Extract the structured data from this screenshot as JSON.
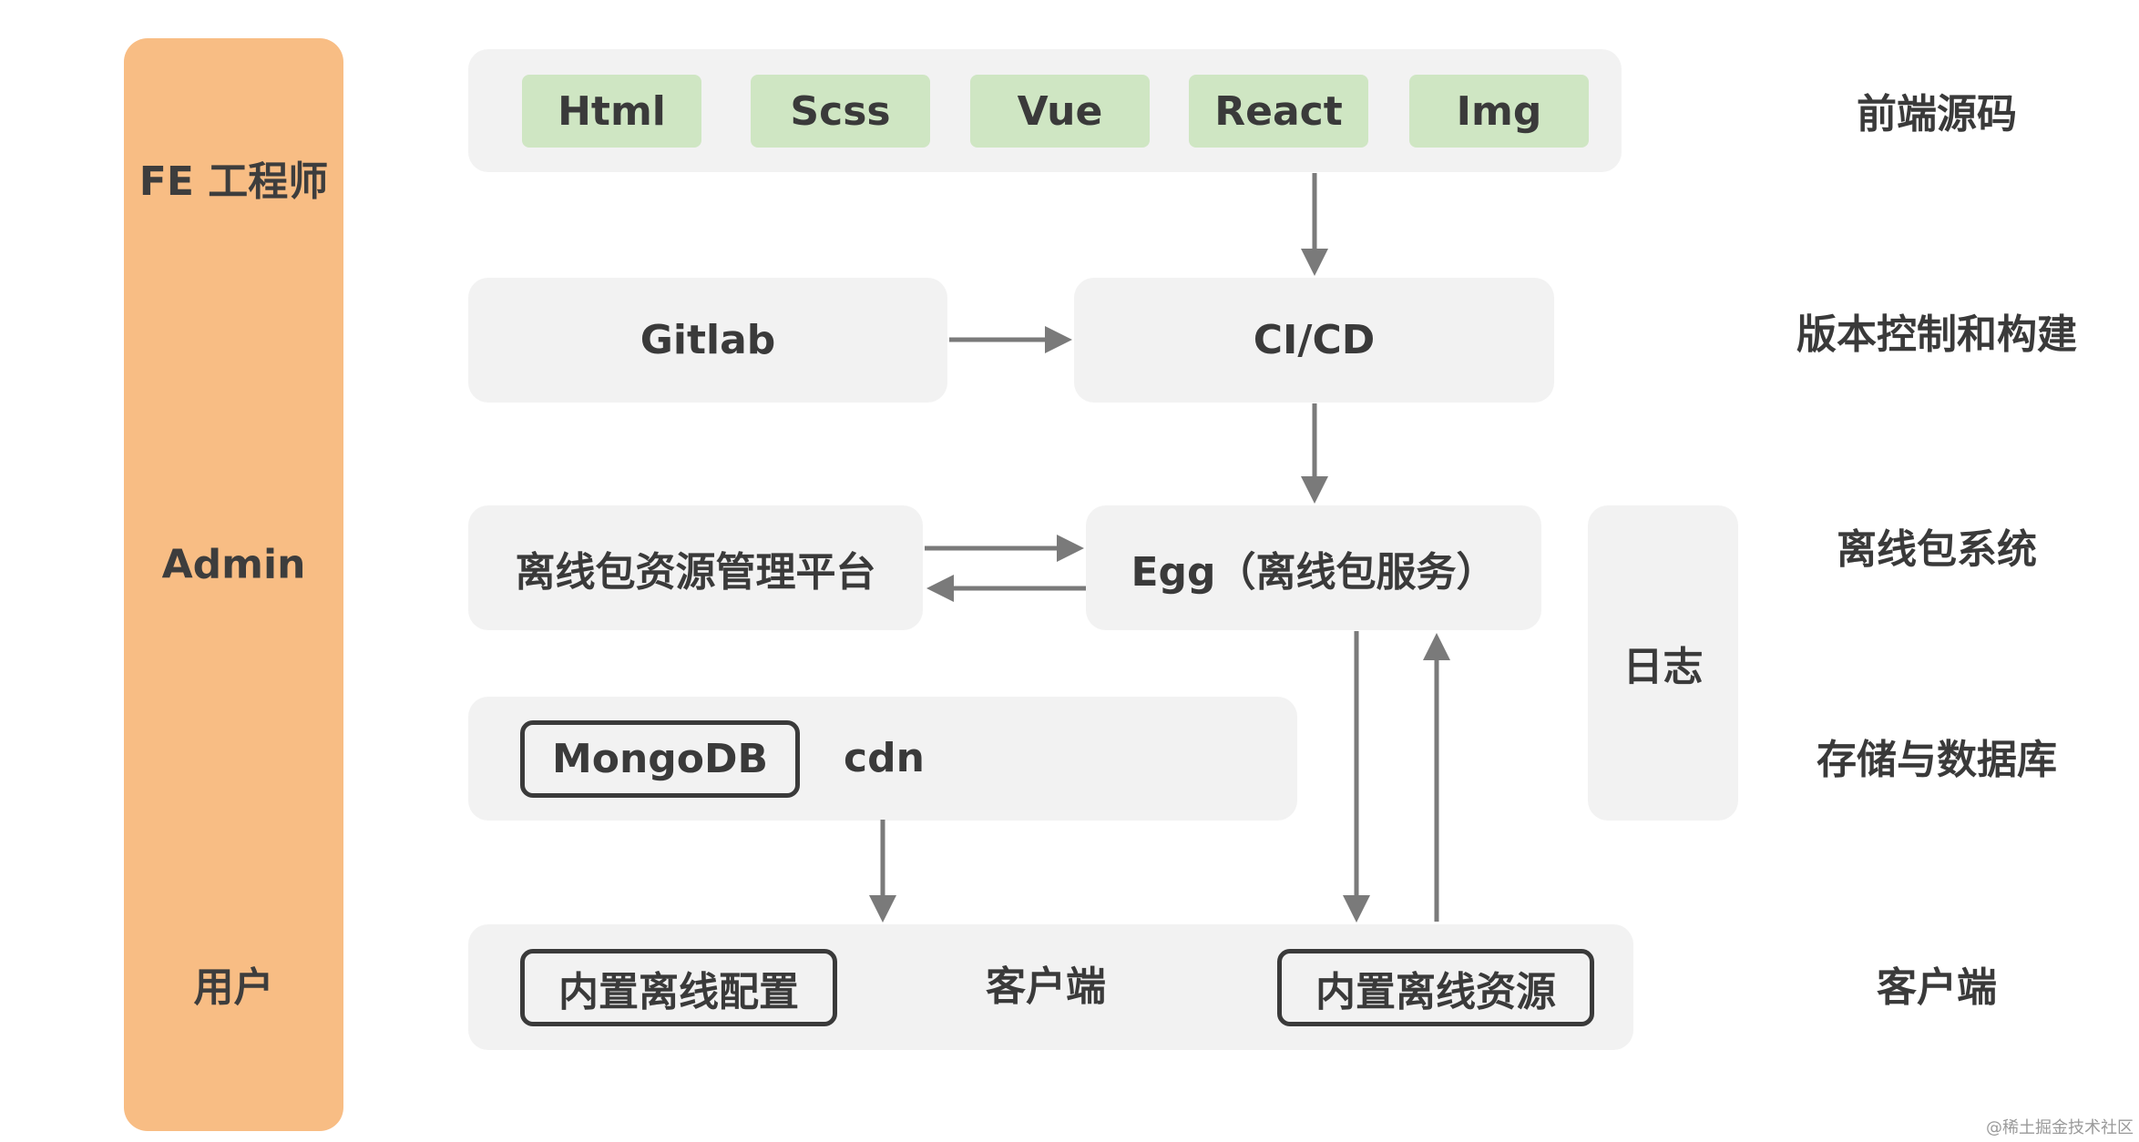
{
  "roles": {
    "fe_engineer": "FE 工程师",
    "admin": "Admin",
    "user": "用户"
  },
  "frontend_source": {
    "chips": [
      "Html",
      "Scss",
      "Vue",
      "React",
      "Img"
    ]
  },
  "version_control": {
    "gitlab": "Gitlab",
    "cicd": "CI/CD"
  },
  "offline_system": {
    "platform": "离线包资源管理平台",
    "egg": "Egg（离线包服务）",
    "log": "日志"
  },
  "storage": {
    "mongodb": "MongoDB",
    "cdn": "cdn"
  },
  "client": {
    "builtin_config": "内置离线配置",
    "client": "客户端",
    "builtin_resource": "内置离线资源"
  },
  "layer_labels": {
    "frontend_source": "前端源码",
    "version_control": "版本控制和构建",
    "offline_system": "离线包系统",
    "storage_db": "存储与数据库",
    "client": "客户端"
  },
  "watermark": "@稀土掘金技术社区",
  "colors": {
    "role_bar": "#f8bd84",
    "panel": "#f2f2f2",
    "chip": "#cfe6c3",
    "arrow": "#7a7a7a",
    "text": "#3a3a3a"
  }
}
